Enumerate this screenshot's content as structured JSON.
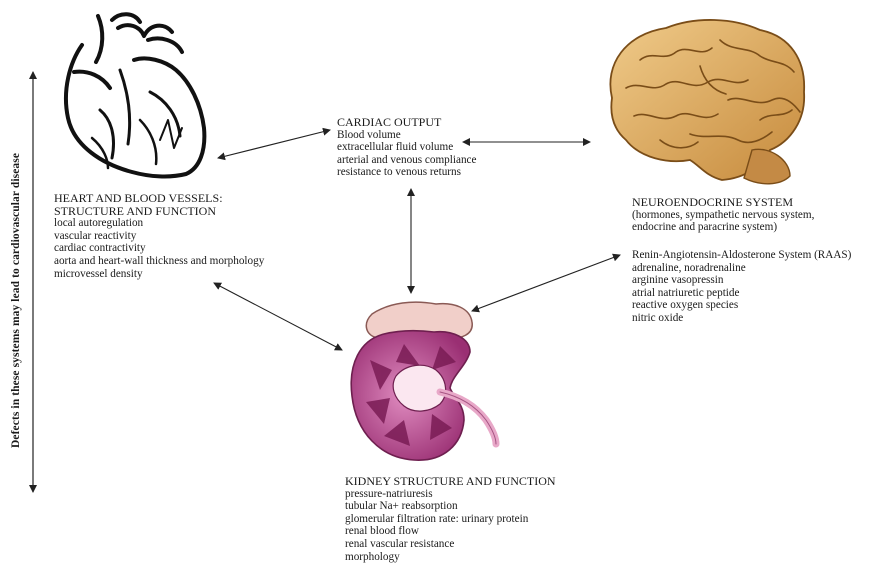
{
  "side_note": "Defects in these systems may lead to cardiovascular disease",
  "heart": {
    "heading_1": "HEART AND BLOOD VESSELS:",
    "heading_2": "STRUCTURE AND FUNCTION",
    "items": [
      "local autoregulation",
      "vascular reactivity",
      "cardiac contractivity",
      "aorta and heart-wall thickness and morphology",
      "microvessel density"
    ]
  },
  "cardiac": {
    "heading": "CARDIAC OUTPUT",
    "items": [
      "Blood volume",
      "extracellular fluid volume",
      "arterial and venous compliance",
      "resistance to venous returns"
    ]
  },
  "neuro": {
    "heading": "NEUROENDOCRINE SYSTEM",
    "sub_1": "(hormones, sympathetic nervous system,",
    "sub_2": "endocrine and paracrine system)",
    "items": [
      "Renin-Angiotensin-Aldosterone System (RAAS)",
      "adrenaline, noradrenaline",
      "arginine vasopressin",
      "atrial natriuretic peptide",
      "reactive oxygen species",
      "nitric oxide"
    ]
  },
  "kidney": {
    "heading": "KIDNEY STRUCTURE AND FUNCTION",
    "items": [
      "pressure-natriuresis",
      "tubular Na+ reabsorption",
      "glomerular filtration rate: urinary protein",
      "renal blood flow",
      "renal vascular resistance",
      "morphology"
    ]
  },
  "colors": {
    "text": "#1a1a1a",
    "arrow": "#222222",
    "brain": "#d9a55a",
    "kidney": "#b24a8c",
    "adrenal": "#f1cfc9"
  },
  "icons": [
    "heart-illustration",
    "brain-illustration",
    "kidney-illustration"
  ]
}
